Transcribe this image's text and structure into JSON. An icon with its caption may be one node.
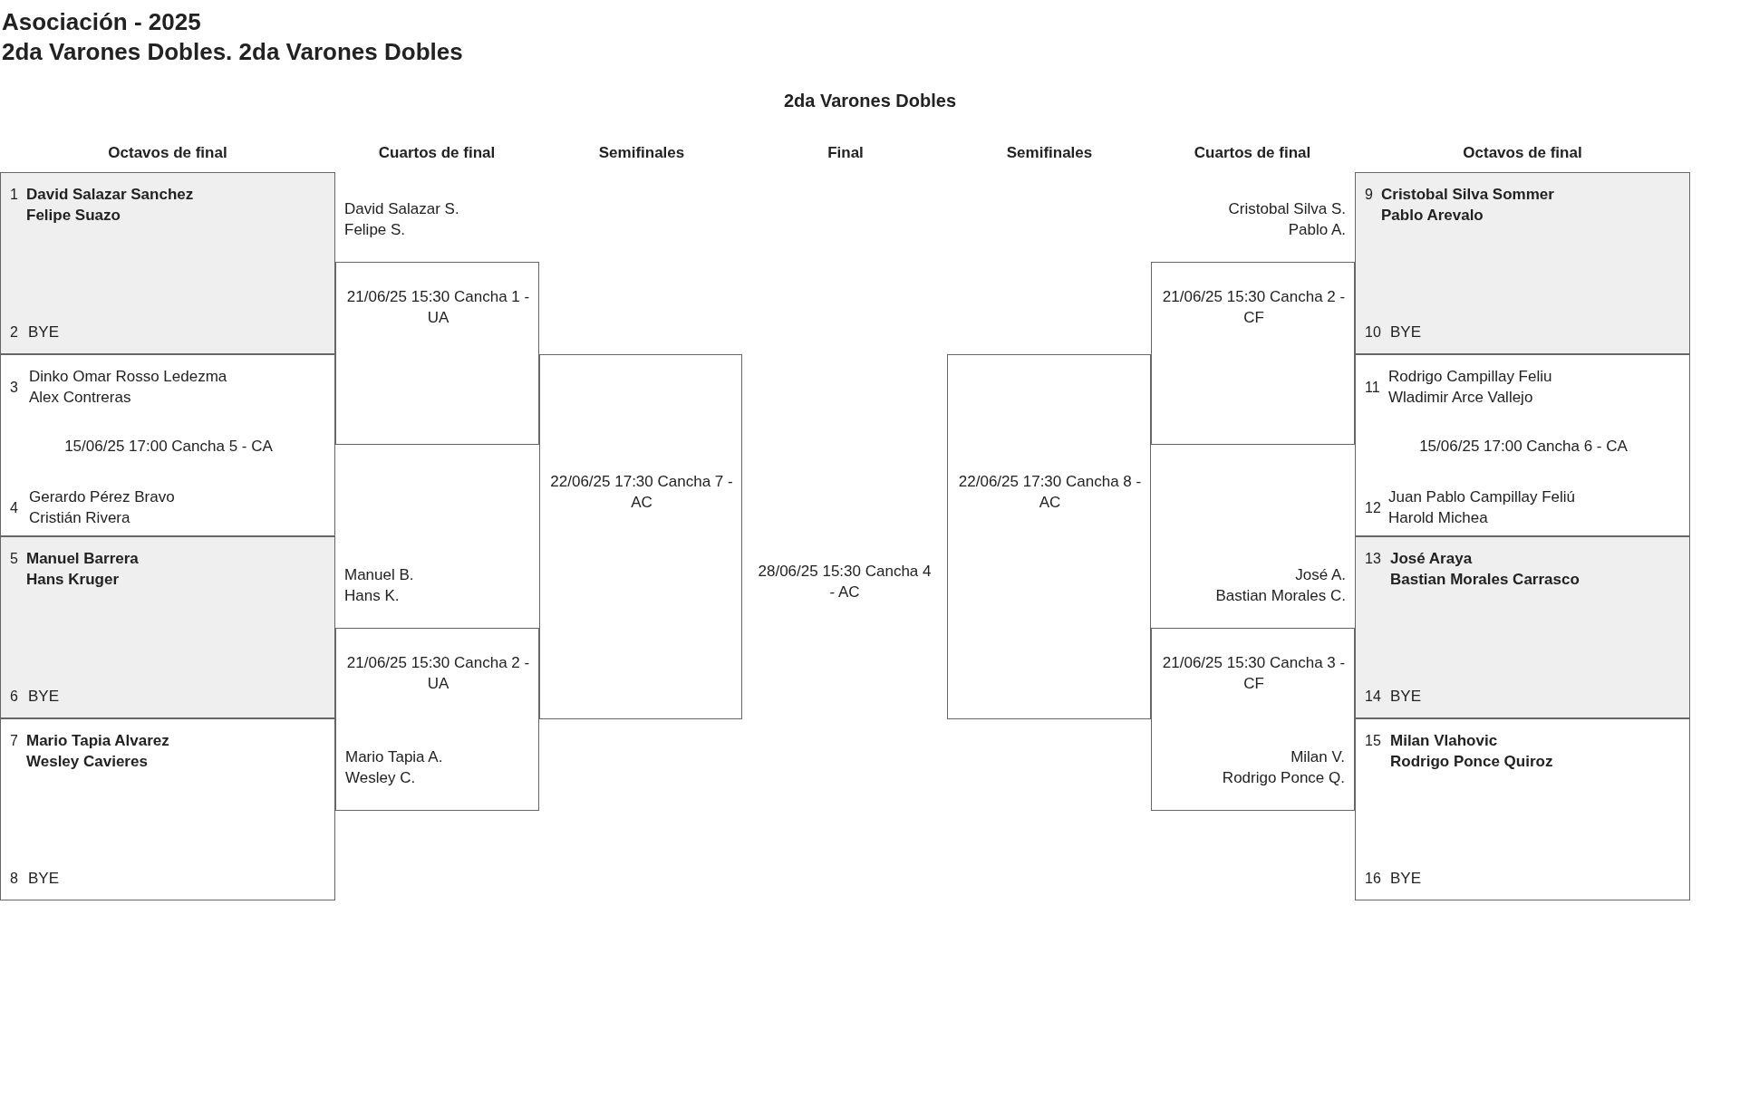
{
  "diagram": {
    "title": "Asociación - 2025",
    "nodes": [
      {
        "text": [
          "1",
          "David Salazar Sanchez",
          "Felipe Suazo",
          "2",
          "BYE"
        ]
      },
      {
        "text": [
          "3",
          "Dinko Omar Rosso Ledezma",
          "Alex Contreras",
          "15/06/25 17:00 Cancha 5 - CA",
          "4",
          "Gerardo Pérez Bravo",
          "Cristián Rivera"
        ]
      },
      {
        "text": [
          "5",
          "Manuel Barrera",
          "Hans Kruger",
          "6",
          "BYE"
        ]
      },
      {
        "text": [
          "7",
          "Mario Tapia Alvarez",
          "Wesley Cavieres",
          "8",
          "BYE"
        ]
      },
      {
        "text": [
          "21/06/25 15:30 Cancha 1 - UA"
        ],
        "beside": [
          "David Salazar S.",
          "Felipe S."
        ]
      },
      {
        "text": [
          "21/06/25 15:30 Cancha 2 - UA",
          "Mario Tapia A.",
          "Wesley C."
        ],
        "beside": [
          "Manuel B.",
          "Hans K."
        ]
      },
      {
        "text": [
          "22/06/25 17:30 Cancha 7 - AC"
        ]
      },
      {
        "text": [
          "22/06/25 17:30 Cancha 8 - AC"
        ]
      },
      {
        "text": [
          "21/06/25 15:30 Cancha 2 - CF"
        ],
        "beside": [
          "Cristobal Silva S.",
          "Pablo A."
        ]
      },
      {
        "text": [
          "21/06/25 15:30 Cancha 3 - CF",
          "Milan V.",
          "Rodrigo Ponce Q."
        ],
        "beside": [
          "José A.",
          "Bastian Morales C."
        ]
      },
      {
        "text": [
          "9",
          "Cristobal Silva Sommer",
          "Pablo Arevalo",
          "10",
          "BYE"
        ]
      },
      {
        "text": [
          "11",
          "Rodrigo Campillay Feliu",
          "Wladimir Arce Vallejo",
          "15/06/25 17:00 Cancha 6 - CA",
          "12",
          "Juan Pablo Campillay Feliú",
          "Harold Michea"
        ]
      },
      {
        "text": [
          "13",
          "José Araya",
          "Bastian Morales Carrasco",
          "14",
          "BYE"
        ]
      },
      {
        "text": [
          "15",
          "Milan Vlahovic",
          "Rodrigo Ponce Quiroz",
          "16",
          "BYE"
        ]
      }
    ],
    "labels": [
      "2da Varones Dobles. 2da Varones Dobles",
      "2da Varones Dobles",
      "Octavos de final",
      "Cuartos de final",
      "Semifinales",
      "Final",
      "Semifinales",
      "Cuartos de final",
      "Octavos de final",
      "28/06/25 15:30 Cancha 4 - AC"
    ]
  }
}
